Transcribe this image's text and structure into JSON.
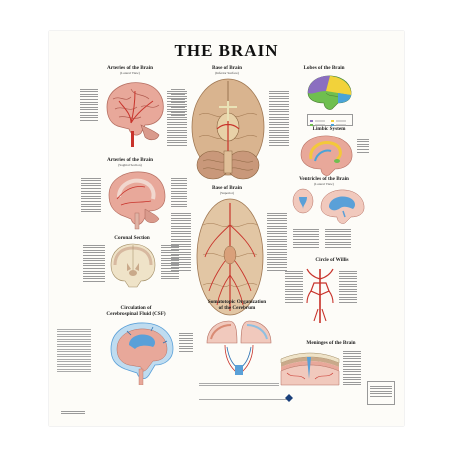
{
  "poster": {
    "title": "THE BRAIN",
    "sections": {
      "arteries_lateral": {
        "title": "Arteries of the Brain",
        "subtitle": "(Lateral View)"
      },
      "base_inferior": {
        "title": "Base of Brain",
        "subtitle": "(Inferior Surface)"
      },
      "lobes": {
        "title": "Lobes of the Brain"
      },
      "limbic": {
        "title": "Limbic System"
      },
      "arteries_sagittal": {
        "title": "Arteries of the Brain",
        "subtitle": "(Sagittal Section)"
      },
      "base_superior": {
        "title": "Base of Brain",
        "subtitle": "(Superior)"
      },
      "ventricles": {
        "title": "Ventricles of the Brain",
        "subtitle": "(Lateral View)"
      },
      "coronal": {
        "title": "Coronal Section"
      },
      "willis": {
        "title": "Circle of Willis"
      },
      "csf": {
        "title": "Circulation of",
        "title2": "Cerebrospinal Fluid (CSF)"
      },
      "somatotopic": {
        "title": "Somatotopic Organization",
        "title2": "of the Cerebrum"
      },
      "meninges": {
        "title": "Meninges of the Brain"
      }
    }
  },
  "colors": {
    "brain_pink": "#e8a89a",
    "artery_red": "#c8332b",
    "base_tan": "#d9b48f",
    "lobe_purple": "#8b6fc0",
    "lobe_green": "#6fbf4f",
    "lobe_yellow": "#f2d23a",
    "lobe_blue": "#4aa3d8",
    "limbic_yellow": "#f3c83a",
    "ventricle_blue": "#5aa0d8",
    "bone": "#efe3c8"
  }
}
